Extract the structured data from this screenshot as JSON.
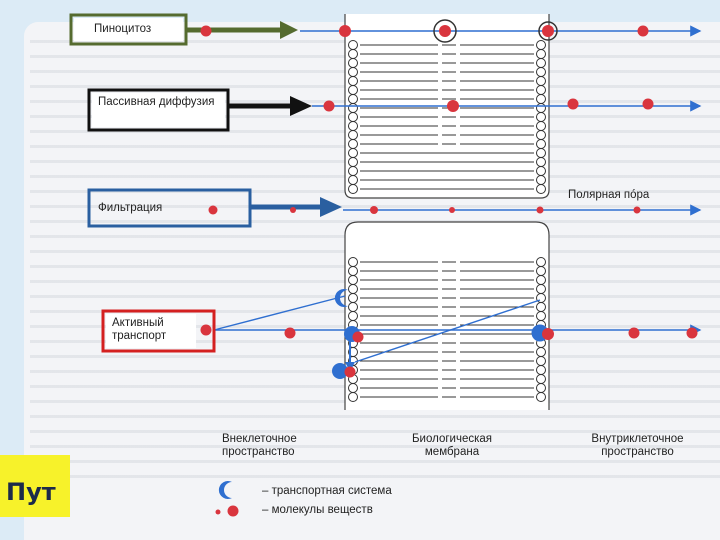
{
  "labels": {
    "pinocytosis": "Пиноцитоз",
    "passive_diffusion": "Пассивная диффузия",
    "filtration": "Фильтрация",
    "active_transport": "Активный транспорт",
    "polar_pore": "Полярная пóра"
  },
  "regions": {
    "extracellular": "Внеклеточное пространство",
    "membrane": "Биологическая мембрана",
    "intracellular": "Внутриклеточное пространство"
  },
  "legend": {
    "transport_system": "– транспортная система",
    "molecules": "– молекулы веществ"
  },
  "cut_title": "Пут",
  "colors": {
    "pinocytosis": "#556b2f",
    "passive_diffusion": "#111111",
    "filtration": "#2a5fa0",
    "active_transport": "#d42020",
    "molecule": "#d9353e",
    "carrier": "#2f6fd0",
    "highlight": "#f7f22a"
  }
}
